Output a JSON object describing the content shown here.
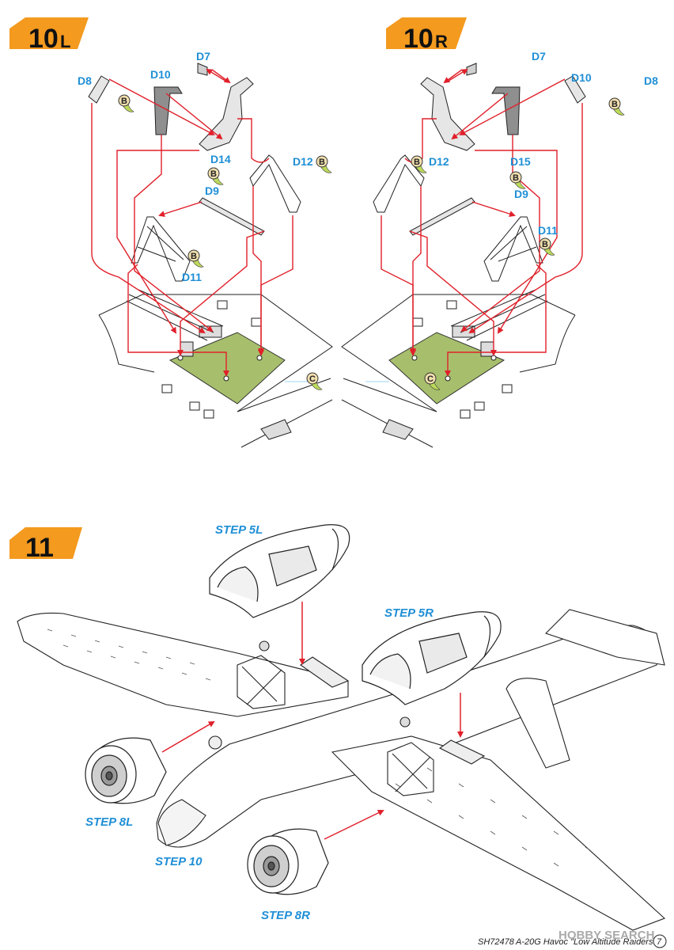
{
  "steps": {
    "s10l": {
      "num": "10",
      "suffix": "L"
    },
    "s10r": {
      "num": "10",
      "suffix": "R"
    },
    "s11": {
      "num": "11"
    }
  },
  "parts": {
    "d7": "D7",
    "d8": "D8",
    "d9": "D9",
    "d10": "D10",
    "d11": "D11",
    "d12": "D12",
    "d14": "D14",
    "d15": "D15"
  },
  "color_refs": {
    "b": "B",
    "c": "C"
  },
  "step_refs": {
    "step5l": "STEP 5L",
    "step5r": "STEP 5R",
    "step8l": "STEP 8L",
    "step8r": "STEP 8R",
    "step10": "STEP 10"
  },
  "footer": {
    "code": "SH72478",
    "title": "A-20G Havoc \"Low Altitude Raiders\"",
    "page": "7",
    "watermark": "HOBBY SEARCH"
  },
  "colors": {
    "accent_orange": "#f39a1f",
    "arrow_red": "#e0202a",
    "label_blue": "#1f8fd6",
    "floor_green": "#a7bf6c",
    "color_ref_fill": "#f1dfae"
  }
}
